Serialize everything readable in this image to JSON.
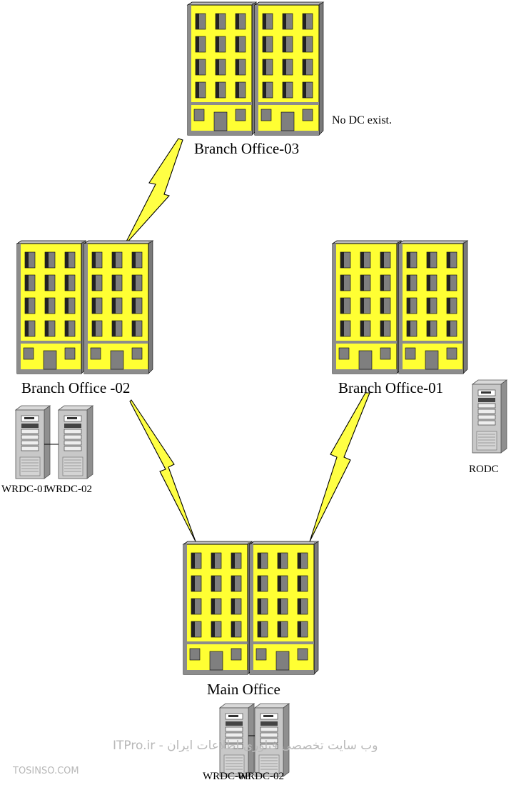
{
  "offices": {
    "branch03": {
      "label": "Branch Office-03",
      "note": "No DC exist."
    },
    "branch02": {
      "label": "Branch Office -02",
      "servers": [
        "WRDC-01",
        "WRDC-02"
      ]
    },
    "branch01": {
      "label": "Branch Office-01",
      "servers": [
        "RODC"
      ]
    },
    "main": {
      "label": "Main Office",
      "servers": [
        "WRDC-01",
        "WRDC-02"
      ]
    }
  },
  "watermark": {
    "site": "ITPro.ir - وب سایت تخصصی فناوری اطلاعات ایران",
    "corner": "TOSINSO.COM"
  },
  "colors": {
    "building_face": "#ffff33",
    "building_side": "#8c8c8c",
    "link_bolt": "#ffff44",
    "line": "#000000"
  }
}
